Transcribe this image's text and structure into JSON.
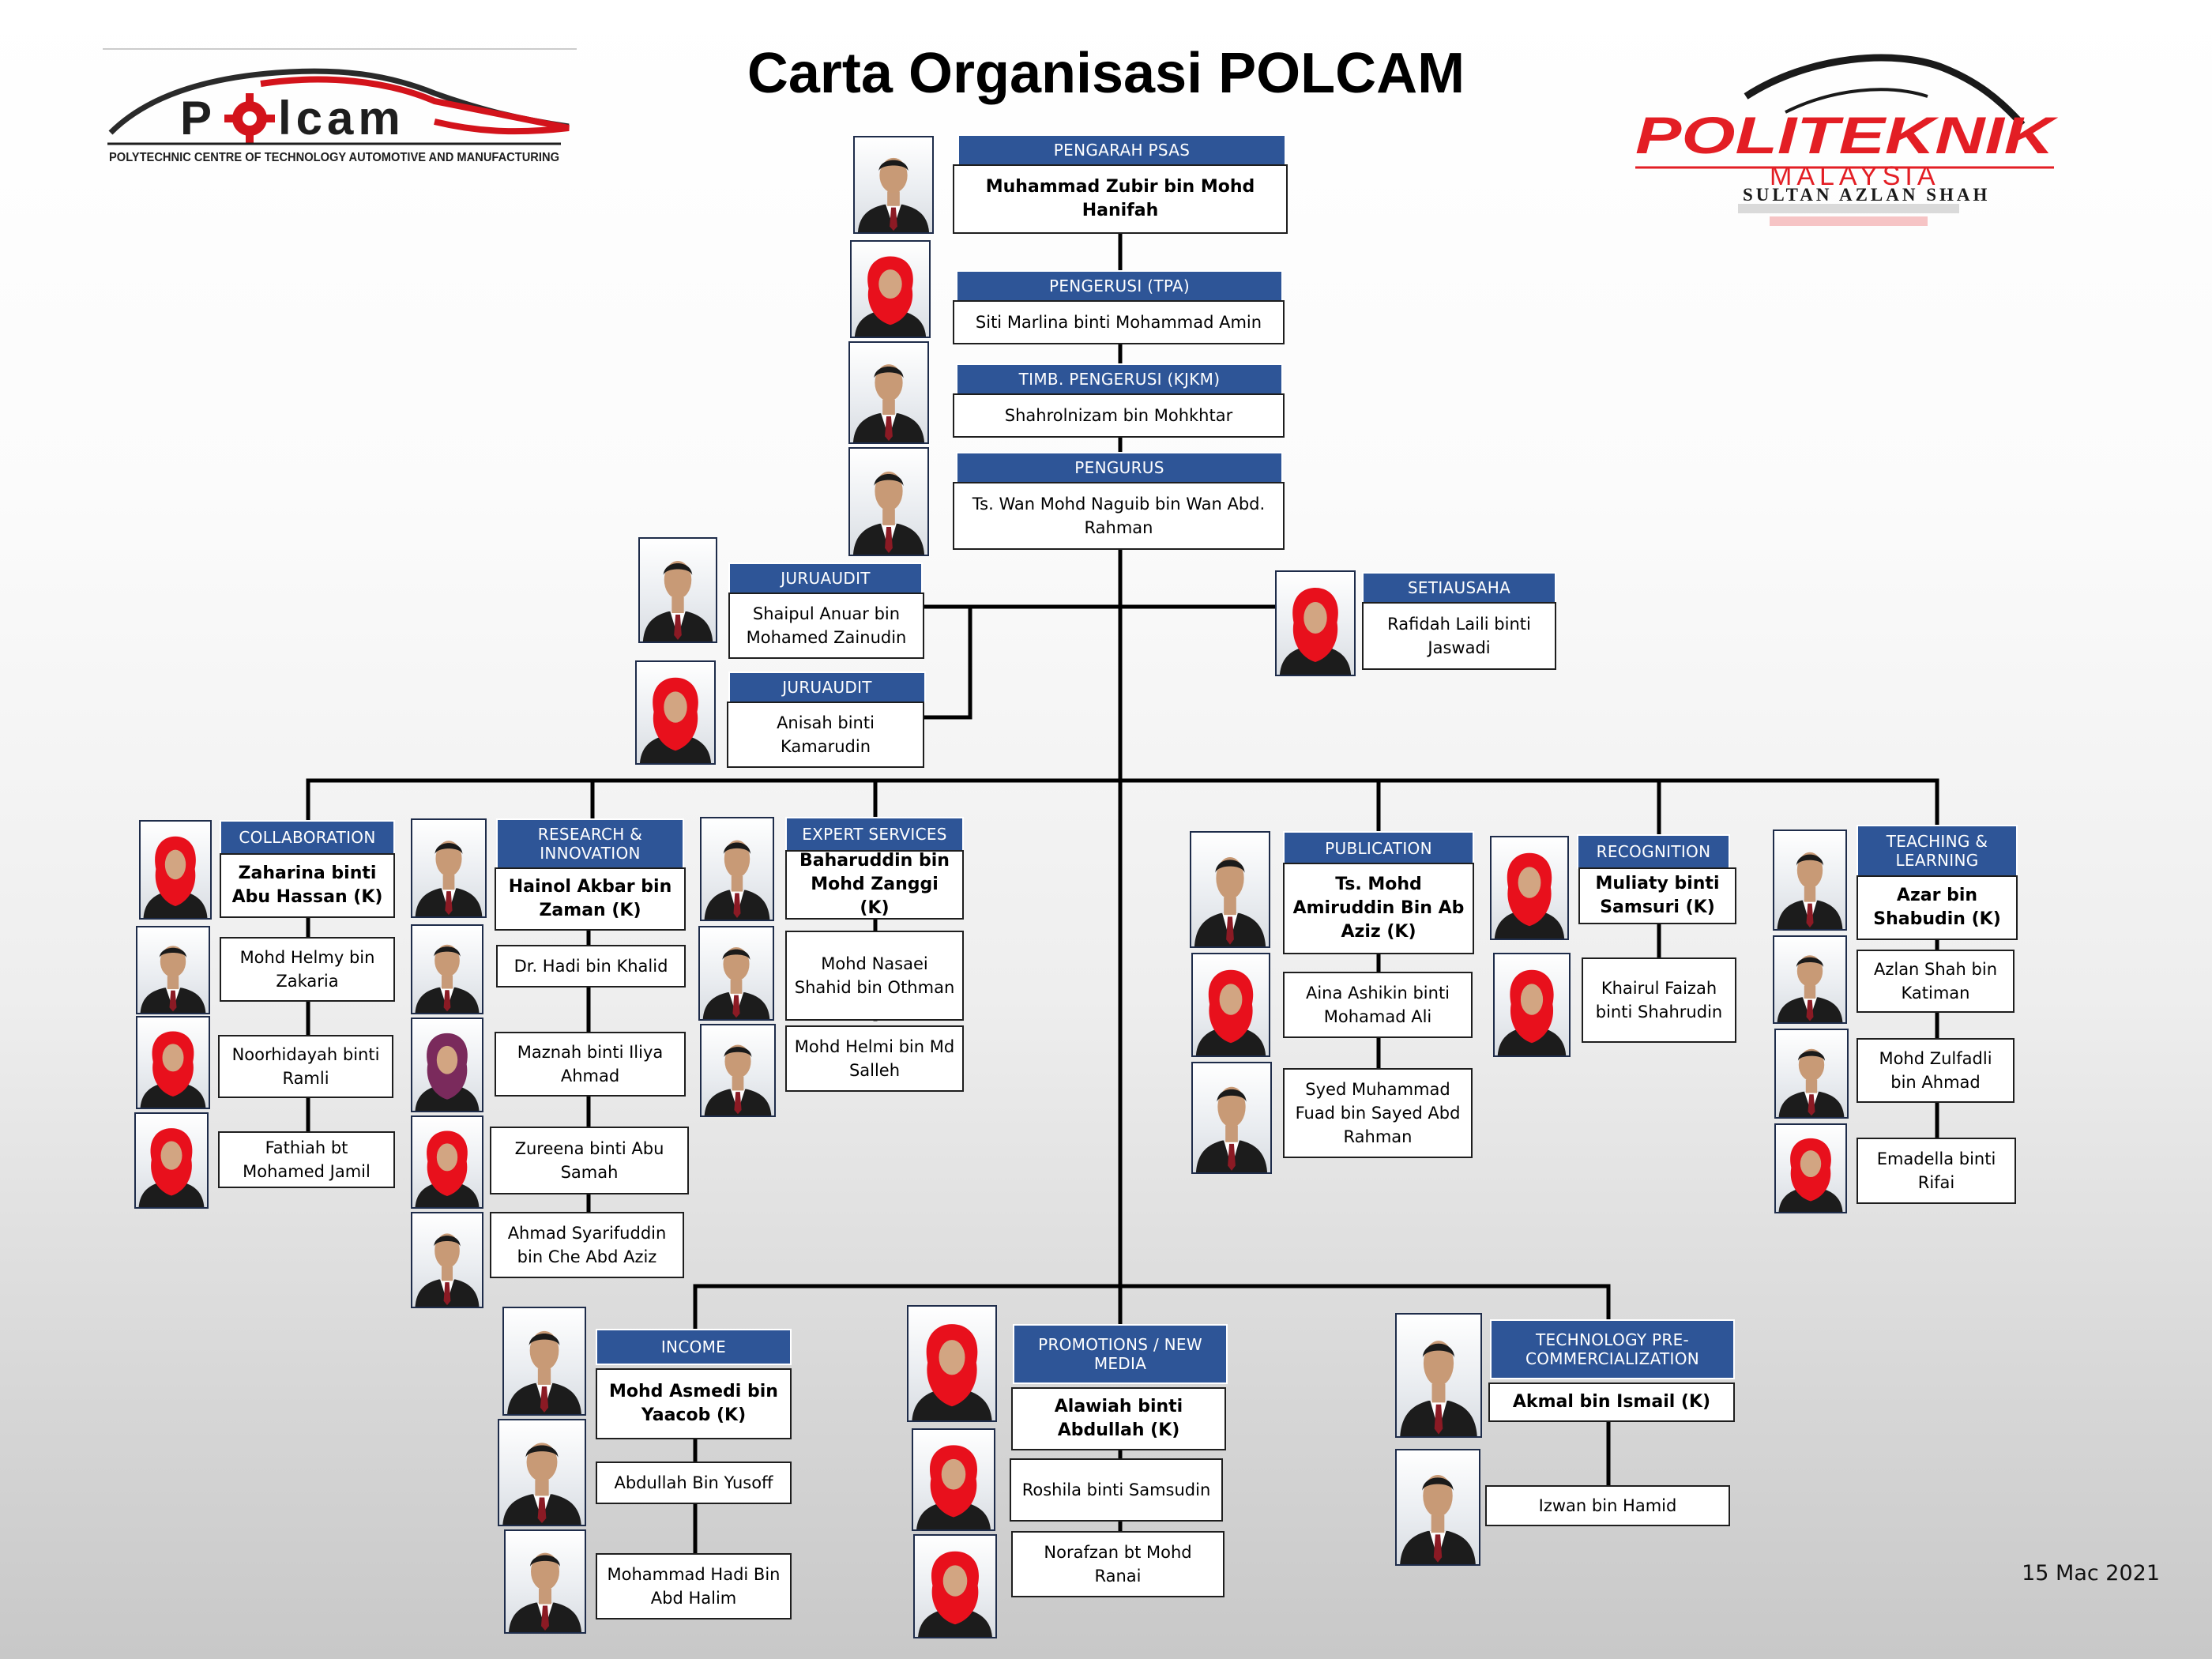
{
  "title": "Carta Organisasi POLCAM",
  "date": "15 Mac 2021",
  "logo_left": {
    "wordmark_p": "P",
    "wordmark_rest": "lcam",
    "subtitle": "POLYTECHNIC CENTRE OF TECHNOLOGY AUTOMOTIVE AND MANUFACTURING"
  },
  "logo_right": {
    "wordmark": "POLITEKNIK",
    "country": "MALAYSIA",
    "campus": "SULTAN AZLAN SHAH"
  },
  "colors": {
    "header_bg": "#2e5597",
    "hijab_red": "#e8101c",
    "suit": "#1c1c1c"
  },
  "top": {
    "pengarah": {
      "role": "PENGARAH PSAS",
      "name": "Muhammad Zubir bin Mohd Hanifah"
    },
    "pengerusi": {
      "role": "PENGERUSI (TPA)",
      "name": "Siti Marlina binti Mohammad Amin"
    },
    "timb": {
      "role": "TIMB. PENGERUSI (KJKM)",
      "name": "Shahrolnizam bin Mohkhtar"
    },
    "pengurus": {
      "role": "PENGURUS",
      "name": "Ts. Wan Mohd Naguib bin Wan Abd. Rahman"
    }
  },
  "juruaudit": [
    {
      "role": "JURUAUDIT",
      "name": "Shaipul Anuar bin Mohamed Zainudin"
    },
    {
      "role": "JURUAUDIT",
      "name": "Anisah binti Kamarudin"
    }
  ],
  "setiausaha": {
    "role": "SETIAUSAHA",
    "name": "Rafidah Laili binti Jaswadi"
  },
  "units": {
    "collaboration": {
      "role": "COLLABORATION",
      "head": "Zaharina binti Abu Hassan (K)",
      "members": [
        "Mohd Helmy bin Zakaria",
        "Noorhidayah binti Ramli",
        "Fathiah bt Mohamed Jamil"
      ]
    },
    "research": {
      "role": "RESEARCH & INNOVATION",
      "head": "Hainol Akbar bin Zaman (K)",
      "members": [
        "Dr. Hadi bin Khalid",
        "Maznah binti Iliya Ahmad",
        "Zureena binti Abu Samah",
        "Ahmad Syarifuddin bin Che Abd Aziz"
      ]
    },
    "expert": {
      "role": "EXPERT SERVICES",
      "head": "Baharuddin bin Mohd Zanggi (K)",
      "members": [
        "Mohd Nasaei Shahid bin Othman",
        "Mohd Helmi bin Md Salleh"
      ]
    },
    "publication": {
      "role": "PUBLICATION",
      "head": "Ts. Mohd Amiruddin Bin Ab Aziz (K)",
      "members": [
        "Aina Ashikin binti Mohamad Ali",
        "Syed Muhammad Fuad bin Sayed Abd Rahman"
      ]
    },
    "recognition": {
      "role": "RECOGNITION",
      "head": "Muliaty binti Samsuri (K)",
      "members": [
        "Khairul Faizah binti Shahrudin"
      ]
    },
    "teaching": {
      "role": "TEACHING & LEARNING",
      "head": "Azar bin Shabudin (K)",
      "members": [
        "Azlan Shah bin Katiman",
        "Mohd Zulfadli bin Ahmad",
        "Emadella binti Rifai"
      ]
    },
    "income": {
      "role": "INCOME",
      "head": "Mohd Asmedi bin Yaacob (K)",
      "members": [
        "Abdullah Bin Yusoff",
        "Mohammad Hadi Bin Abd Halim"
      ]
    },
    "promotions": {
      "role": "PROMOTIONS / NEW MEDIA",
      "head": "Alawiah binti Abdullah (K)",
      "members": [
        "Roshila binti Samsudin",
        "Norafzan bt Mohd Ranai"
      ]
    },
    "techpre": {
      "role": "TECHNOLOGY PRE-COMMERCIALIZATION",
      "head": "Akmal bin Ismail (K)",
      "members": [
        "Izwan bin Hamid"
      ]
    }
  }
}
